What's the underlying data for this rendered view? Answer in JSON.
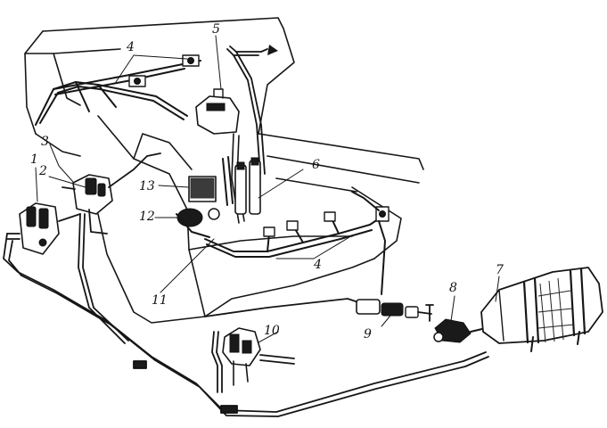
{
  "diagram": {
    "callouts": [
      {
        "key": "c1",
        "label": "1"
      },
      {
        "key": "c2",
        "label": "2"
      },
      {
        "key": "c3",
        "label": "3"
      },
      {
        "key": "c4a",
        "label": "4"
      },
      {
        "key": "c4b",
        "label": "4"
      },
      {
        "key": "c5",
        "label": "5"
      },
      {
        "key": "c6",
        "label": "6"
      },
      {
        "key": "c7",
        "label": "7"
      },
      {
        "key": "c8",
        "label": "8"
      },
      {
        "key": "c9",
        "label": "9"
      },
      {
        "key": "c10",
        "label": "10"
      },
      {
        "key": "c11",
        "label": "11"
      },
      {
        "key": "c12",
        "label": "12"
      },
      {
        "key": "c13",
        "label": "13"
      }
    ]
  }
}
